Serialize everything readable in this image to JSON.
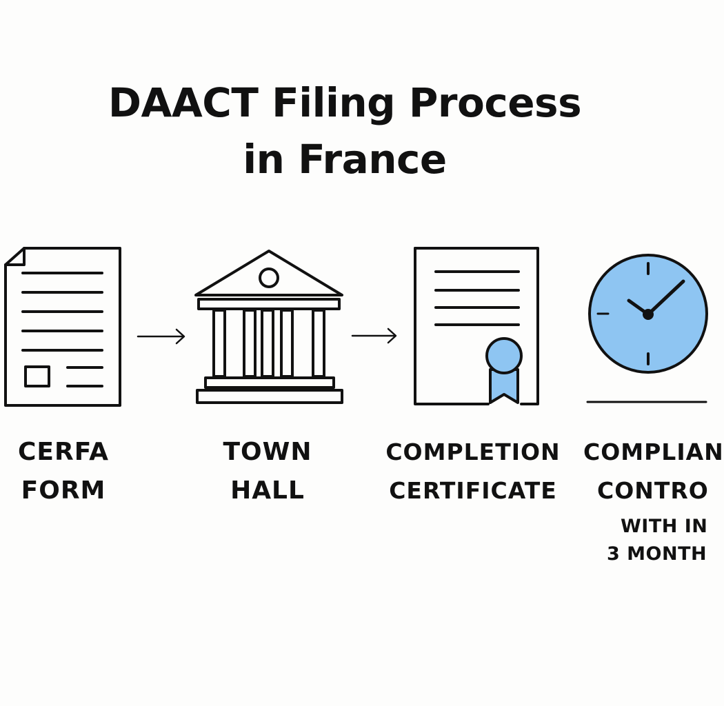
{
  "title": {
    "line1": "DAACT Filing Process",
    "line2": "in France"
  },
  "steps": [
    {
      "icon": "document-icon",
      "line1": "CERFA",
      "line2": "FORM"
    },
    {
      "icon": "town-hall-icon",
      "line1": "TOWN",
      "line2": "HALL"
    },
    {
      "icon": "certificate-icon",
      "line1": "COMPLETION",
      "line2": "CERTIFICATE"
    },
    {
      "icon": "clock-icon",
      "line1": "COMPLIAN",
      "line2": "CONTRO",
      "sub1": "WITH IN",
      "sub2": "3 MONTH"
    }
  ],
  "colors": {
    "ink": "#111111",
    "accent_blue": "#8ec5f2",
    "background": "#fdfdfc"
  }
}
